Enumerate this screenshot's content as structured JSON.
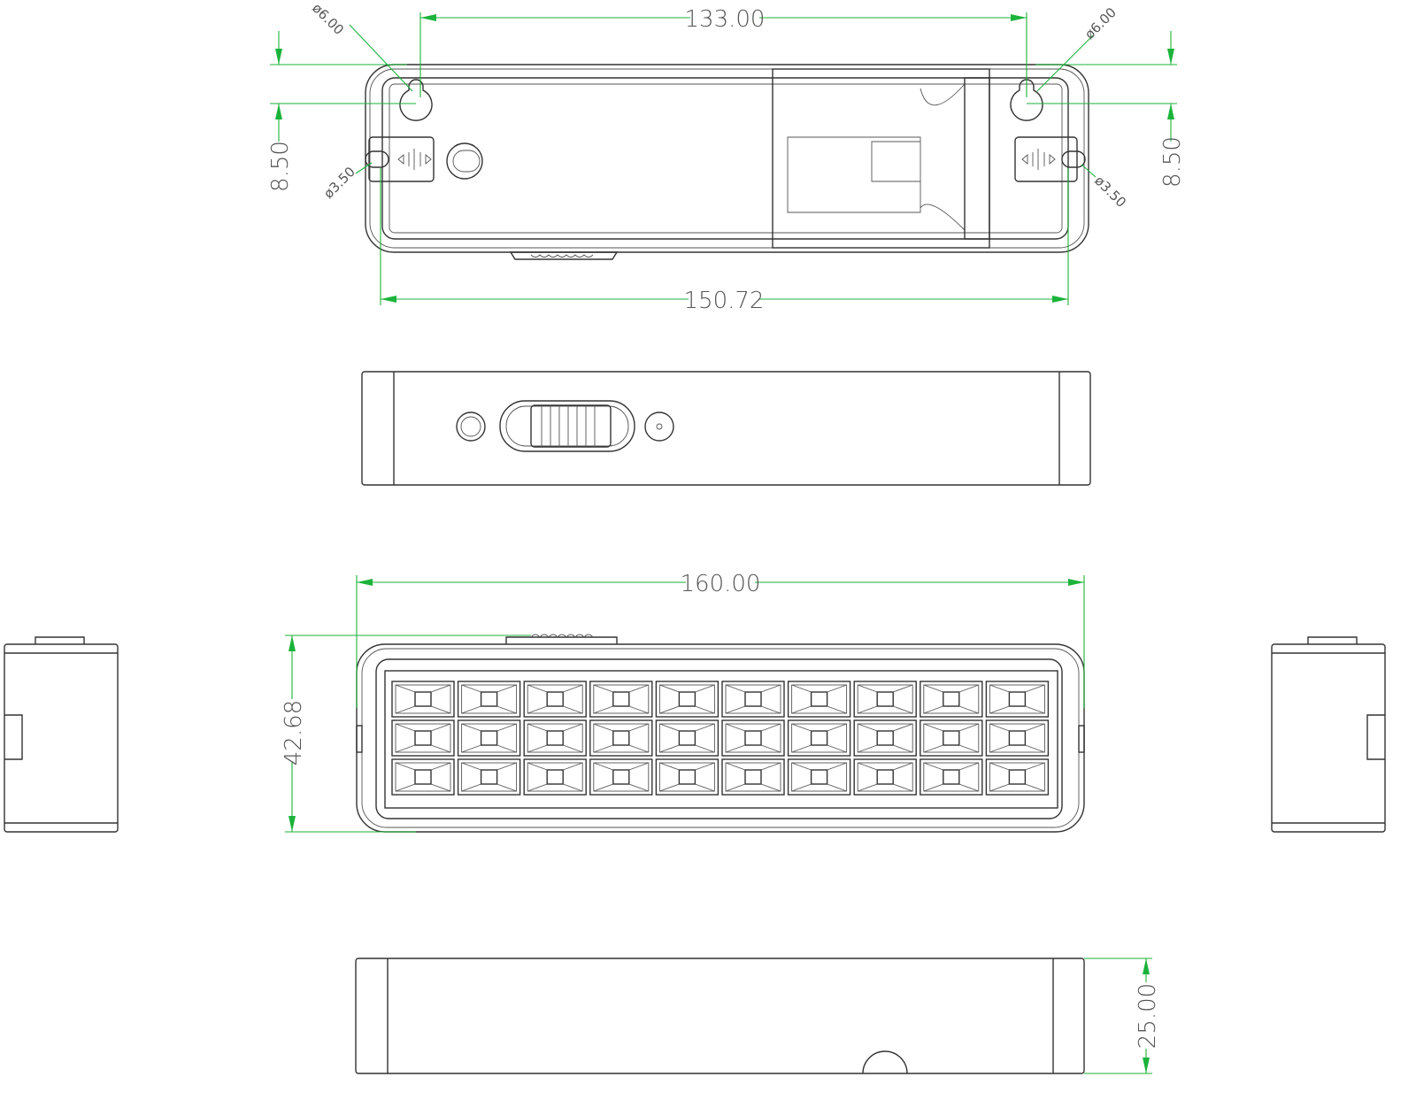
{
  "dimensions": {
    "hole_spacing": "133.00",
    "keyhole_dia_left": "ø6.00",
    "keyhole_dia_right": "ø6.00",
    "offset_left": "8.50",
    "offset_right": "8.50",
    "slot_dia_left": "ø3.50",
    "slot_dia_right": "ø3.50",
    "mount_width": "150.72",
    "overall_length": "160.00",
    "overall_height": "42.68",
    "depth": "25.00"
  },
  "led_grid": {
    "columns": 10,
    "rows": 3
  },
  "colors": {
    "dimension": "#1bb33a",
    "outline": "#333333"
  }
}
